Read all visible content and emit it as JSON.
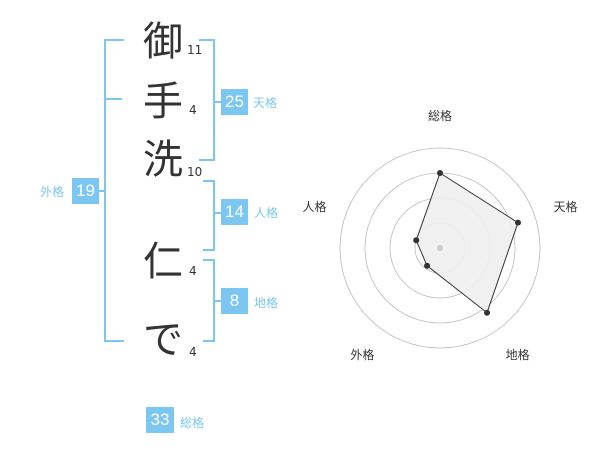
{
  "name": {
    "chars": [
      "御",
      "手",
      "洗",
      "仁",
      "で"
    ],
    "strokes": [
      "11",
      "4",
      "10",
      "4",
      "4"
    ]
  },
  "kakusu": {
    "tenkaku": {
      "value": "25",
      "label": "天格"
    },
    "jinkaku": {
      "value": "14",
      "label": "人格"
    },
    "chikaku": {
      "value": "8",
      "label": "地格"
    },
    "gaikaku": {
      "value": "19",
      "label": "外格"
    },
    "soukaku": {
      "value": "33",
      "label": "総格"
    }
  },
  "colors": {
    "accent": "#7cc6f2",
    "text": "#333333",
    "grid": "#bbbbbb",
    "fill": "#eeeeee"
  },
  "chart_data": {
    "type": "radar",
    "axes": [
      "総格",
      "天格",
      "地格",
      "外格",
      "人格"
    ],
    "values": [
      0.75,
      0.82,
      0.8,
      0.22,
      0.25
    ],
    "rings": 4,
    "max": 1
  }
}
